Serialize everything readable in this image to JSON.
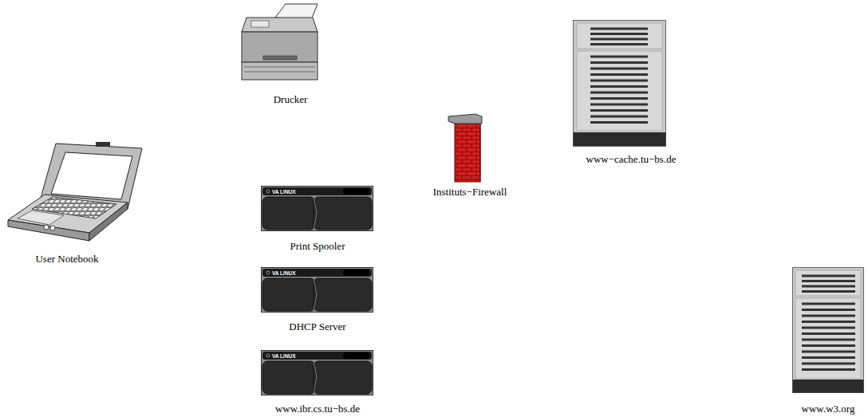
{
  "diagram": {
    "nodes": [
      {
        "text": [
          "Drucker"
        ]
      },
      {
        "text": [
          "www−cache.tu−bs.de"
        ]
      },
      {
        "text": [
          "Instituts−Firewall"
        ]
      },
      {
        "text": [
          "Print Spooler"
        ]
      },
      {
        "text": [
          "User Notebook"
        ]
      },
      {
        "text": [
          "DHCP Server"
        ]
      },
      {
        "text": [
          "www.ibr.cs.tu−bs.de"
        ]
      },
      {
        "text": [
          "www.w3.org"
        ]
      }
    ],
    "labels": [
      "VA LINUX",
      "VA LINUX",
      "VA LINUX"
    ]
  }
}
